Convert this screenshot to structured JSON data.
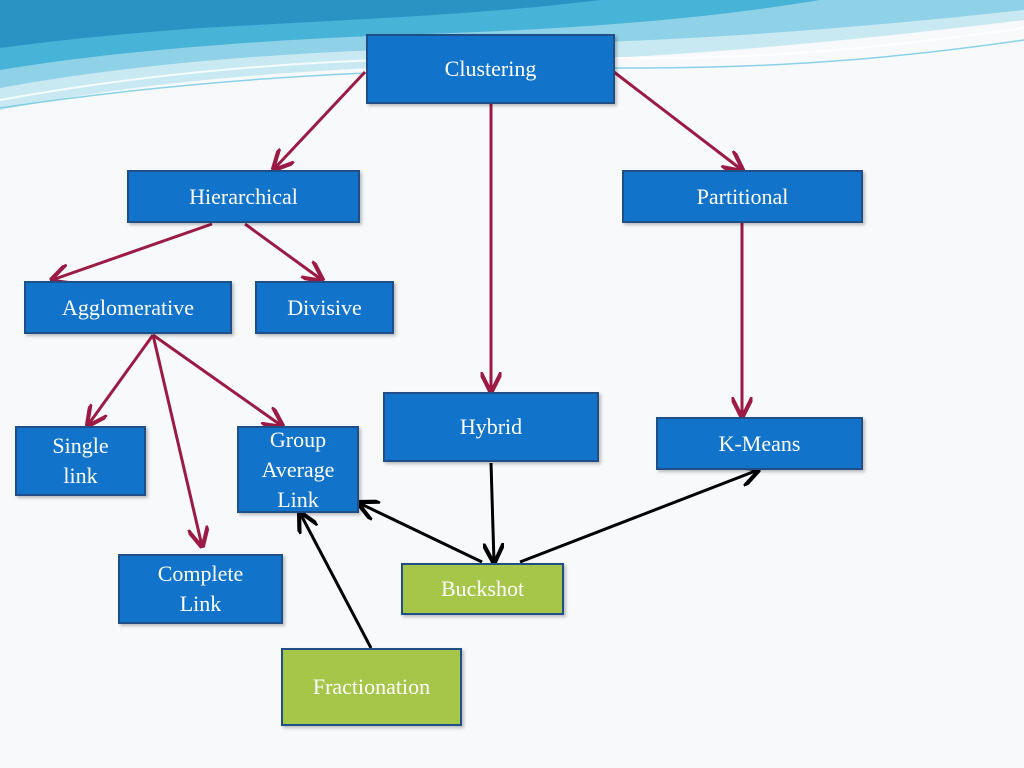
{
  "diagram": {
    "nodes": {
      "clustering": "Clustering",
      "hierarchical": "Hierarchical",
      "partitional": "Partitional",
      "agglomerative": "Agglomerative",
      "divisive": "Divisive",
      "hybrid": "Hybrid",
      "kmeans": "K-Means",
      "single_link": [
        "Single",
        "link"
      ],
      "group_average_link": [
        "Group",
        "Average",
        "Link"
      ],
      "complete_link": [
        "Complete",
        "Link"
      ],
      "buckshot": "Buckshot",
      "fractionation": "Fractionation"
    },
    "edges": [
      {
        "from": "Clustering",
        "to": "Hierarchical",
        "color": "#9b1b45"
      },
      {
        "from": "Clustering",
        "to": "Hybrid",
        "color": "#9b1b45"
      },
      {
        "from": "Clustering",
        "to": "Partitional",
        "color": "#9b1b45"
      },
      {
        "from": "Hierarchical",
        "to": "Agglomerative",
        "color": "#9b1b45"
      },
      {
        "from": "Hierarchical",
        "to": "Divisive",
        "color": "#9b1b45"
      },
      {
        "from": "Agglomerative",
        "to": "Single link",
        "color": "#9b1b45"
      },
      {
        "from": "Agglomerative",
        "to": "Complete Link",
        "color": "#9b1b45"
      },
      {
        "from": "Agglomerative",
        "to": "Group Average Link",
        "color": "#9b1b45"
      },
      {
        "from": "Partitional",
        "to": "K-Means",
        "color": "#9b1b45"
      },
      {
        "from": "Hybrid",
        "to": "Buckshot",
        "color": "#000000"
      },
      {
        "from": "Buckshot",
        "to": "Group Average Link",
        "color": "#000000"
      },
      {
        "from": "Buckshot",
        "to": "K-Means",
        "color": "#000000"
      },
      {
        "from": "Fractionation",
        "to": "Group Average Link",
        "color": "#000000"
      }
    ]
  },
  "colors": {
    "node_blue": "#1173c9",
    "node_green": "#a6c64a",
    "node_border": "#1f4f86",
    "arrow_red": "#9b1b45",
    "arrow_black": "#000000"
  }
}
